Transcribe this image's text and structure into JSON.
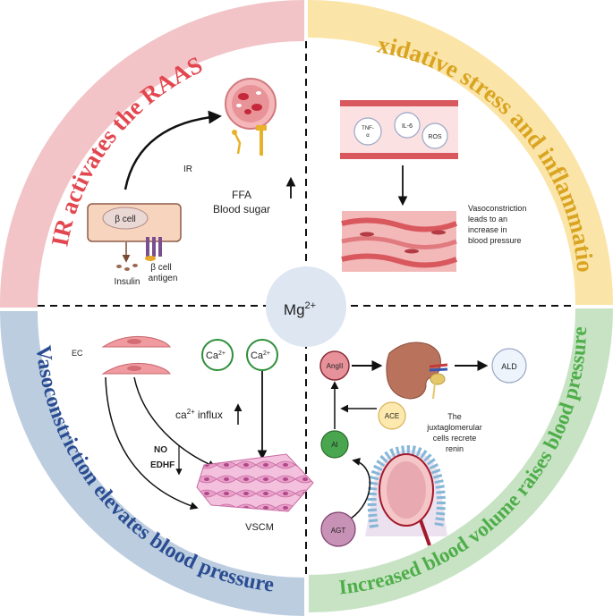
{
  "center": {
    "mg_base": "Mg",
    "mg_sup": "2+"
  },
  "quadrants": {
    "top_left": {
      "ring_title": "IR activates the RAAS",
      "ring_color": "#f2c4c7",
      "title_color": "#e2474f",
      "beta_cell": "β cell",
      "insulin": "Insulin",
      "beta_antigen_line1": "β cell",
      "beta_antigen_line2": "antigen",
      "ir": "IR",
      "ffa": "FFA",
      "blood_sugar": "Blood sugar"
    },
    "top_right": {
      "ring_title": "Oxidative stress and inflammation",
      "ring_color": "#fbe4a8",
      "title_color": "#d9a420",
      "tnf_line1": "TNF-",
      "tnf_line2": "α",
      "il6": "IL-6",
      "ros": "ROS",
      "vaso_line1": "Vasoconstriction",
      "vaso_line2": "leads to an",
      "vaso_line3": "increase in",
      "vaso_line4": "blood pressure"
    },
    "bottom_left": {
      "ring_title": "Vasoconstriction elevates blood pressure",
      "ring_color": "#bccde0",
      "title_color": "#2a4d92",
      "ec": "EC",
      "ca1_base": "Ca",
      "ca1_sup": "2+",
      "ca2_base": "Ca",
      "ca2_sup": "2+",
      "influx_base": "ca",
      "influx_sup": "2+",
      "influx_word": "influx",
      "no": "NO",
      "edhf": "EDHF",
      "vscm": "VSCM"
    },
    "bottom_right": {
      "ring_title": "Increased blood volume raises blood pressure",
      "ring_color": "#c7e3c4",
      "title_color": "#4fae4a",
      "angii": "AngII",
      "ald": "ALD",
      "ace": "ACE",
      "ai": "AI",
      "agt": "AGT",
      "jg_line1": "The",
      "jg_line2": "juxtaglomerular",
      "jg_line3": "cells recrete",
      "jg_line4": "renin"
    }
  }
}
